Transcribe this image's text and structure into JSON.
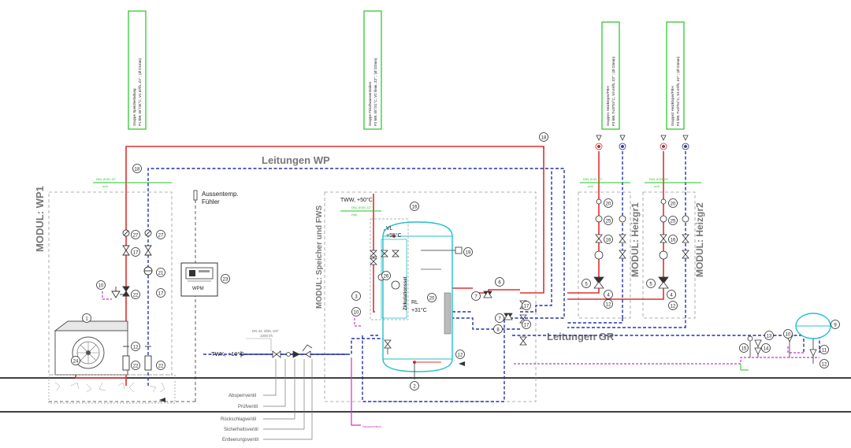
{
  "pipes": {
    "wp": "Leitungen WP",
    "gr": "Leitungen GR"
  },
  "modules": {
    "wp1": "MODUL: WP1",
    "fws": "MODUL: Speicher und FWS",
    "heizgr1": "MODUL: Heizgr1",
    "heizgr2": "MODUL: Heizgr2"
  },
  "group_boxes": [
    {
      "line1": "Gruppe Speicherladung",
      "line2": "P1 kW, 55°/45°C, V1 m³/h, Z1\" ; (Ø D1mm)"
    },
    {
      "line1": "Gruppe Frischwasserstation",
      "line2": "P2 kW, 55°/31°C, V2 l/min, Z2\" ; (Ø D2mm)"
    },
    {
      "line1": "Gruppe1 Heizkörper/FBH",
      "line2": "P3 kW, Tv3/Tr3°C, V3 m³/h, Z3\" ; (Ø D3mm)"
    },
    {
      "line1": "Gruppe2 Heizkörper/FBH",
      "line2": "P4 kW, Tv4/Tr4°C, V4 m³/h, Z4\" ; (Ø D4mm)"
    }
  ],
  "labels": {
    "aussentemp": "Aussentemp.",
    "fuehler": "Fühler",
    "twk": "TWK, +10°C",
    "tww": "TWW, +50°C",
    "vl": "VL",
    "vl_temp": "+55°C",
    "rl": "RL",
    "rl_temp": "+31°C",
    "zirkulation": "Zirkulationsset",
    "wpm": "WPM",
    "dn_twk": "DN 32, Ø35, 5/4\"",
    "dn_twk2": "1000 l/h",
    "dn_wp": "DN4, Ø DN, Z4\"",
    "dn_wp2": "m³/h",
    "dn_tww": "DN2, Ø DN, Z2\"",
    "dn_tww2": "l/min",
    "dn_h1": "DN3, Ø D3, Z3\"",
    "dn_h1b": "m³/h",
    "dn_h2": "DN4, Ø D4, Z4\"",
    "dn_h2b": "m³/h",
    "kanal": "Hausanschluss"
  },
  "legend": [
    "Absperrventil",
    "Prüfventil",
    "Rückschlagventil",
    "Sicherheitsventil",
    "Entleerungsventil"
  ],
  "numbers": {
    "n1": "1",
    "n2": "2",
    "n3": "3",
    "n4": "4",
    "n5": "5",
    "n6": "6",
    "n7": "7",
    "n8": "8",
    "n9": "9",
    "n10": "10",
    "n11": "11",
    "n12": "12",
    "n13": "13",
    "n14": "14",
    "n15": "15",
    "n16": "16",
    "n17": "17",
    "n18": "18",
    "n19": "19",
    "n20": "20",
    "n21": "21",
    "n22": "22",
    "n23": "23",
    "n24": "24",
    "n25": "25",
    "n26": "26",
    "n27": "27"
  },
  "colors": {
    "supply": "#e03030",
    "return": "#2233aa",
    "group_border": "#22c422",
    "tank": "#22c0cc",
    "drain": "#cc33cc",
    "ground": "#000000"
  }
}
